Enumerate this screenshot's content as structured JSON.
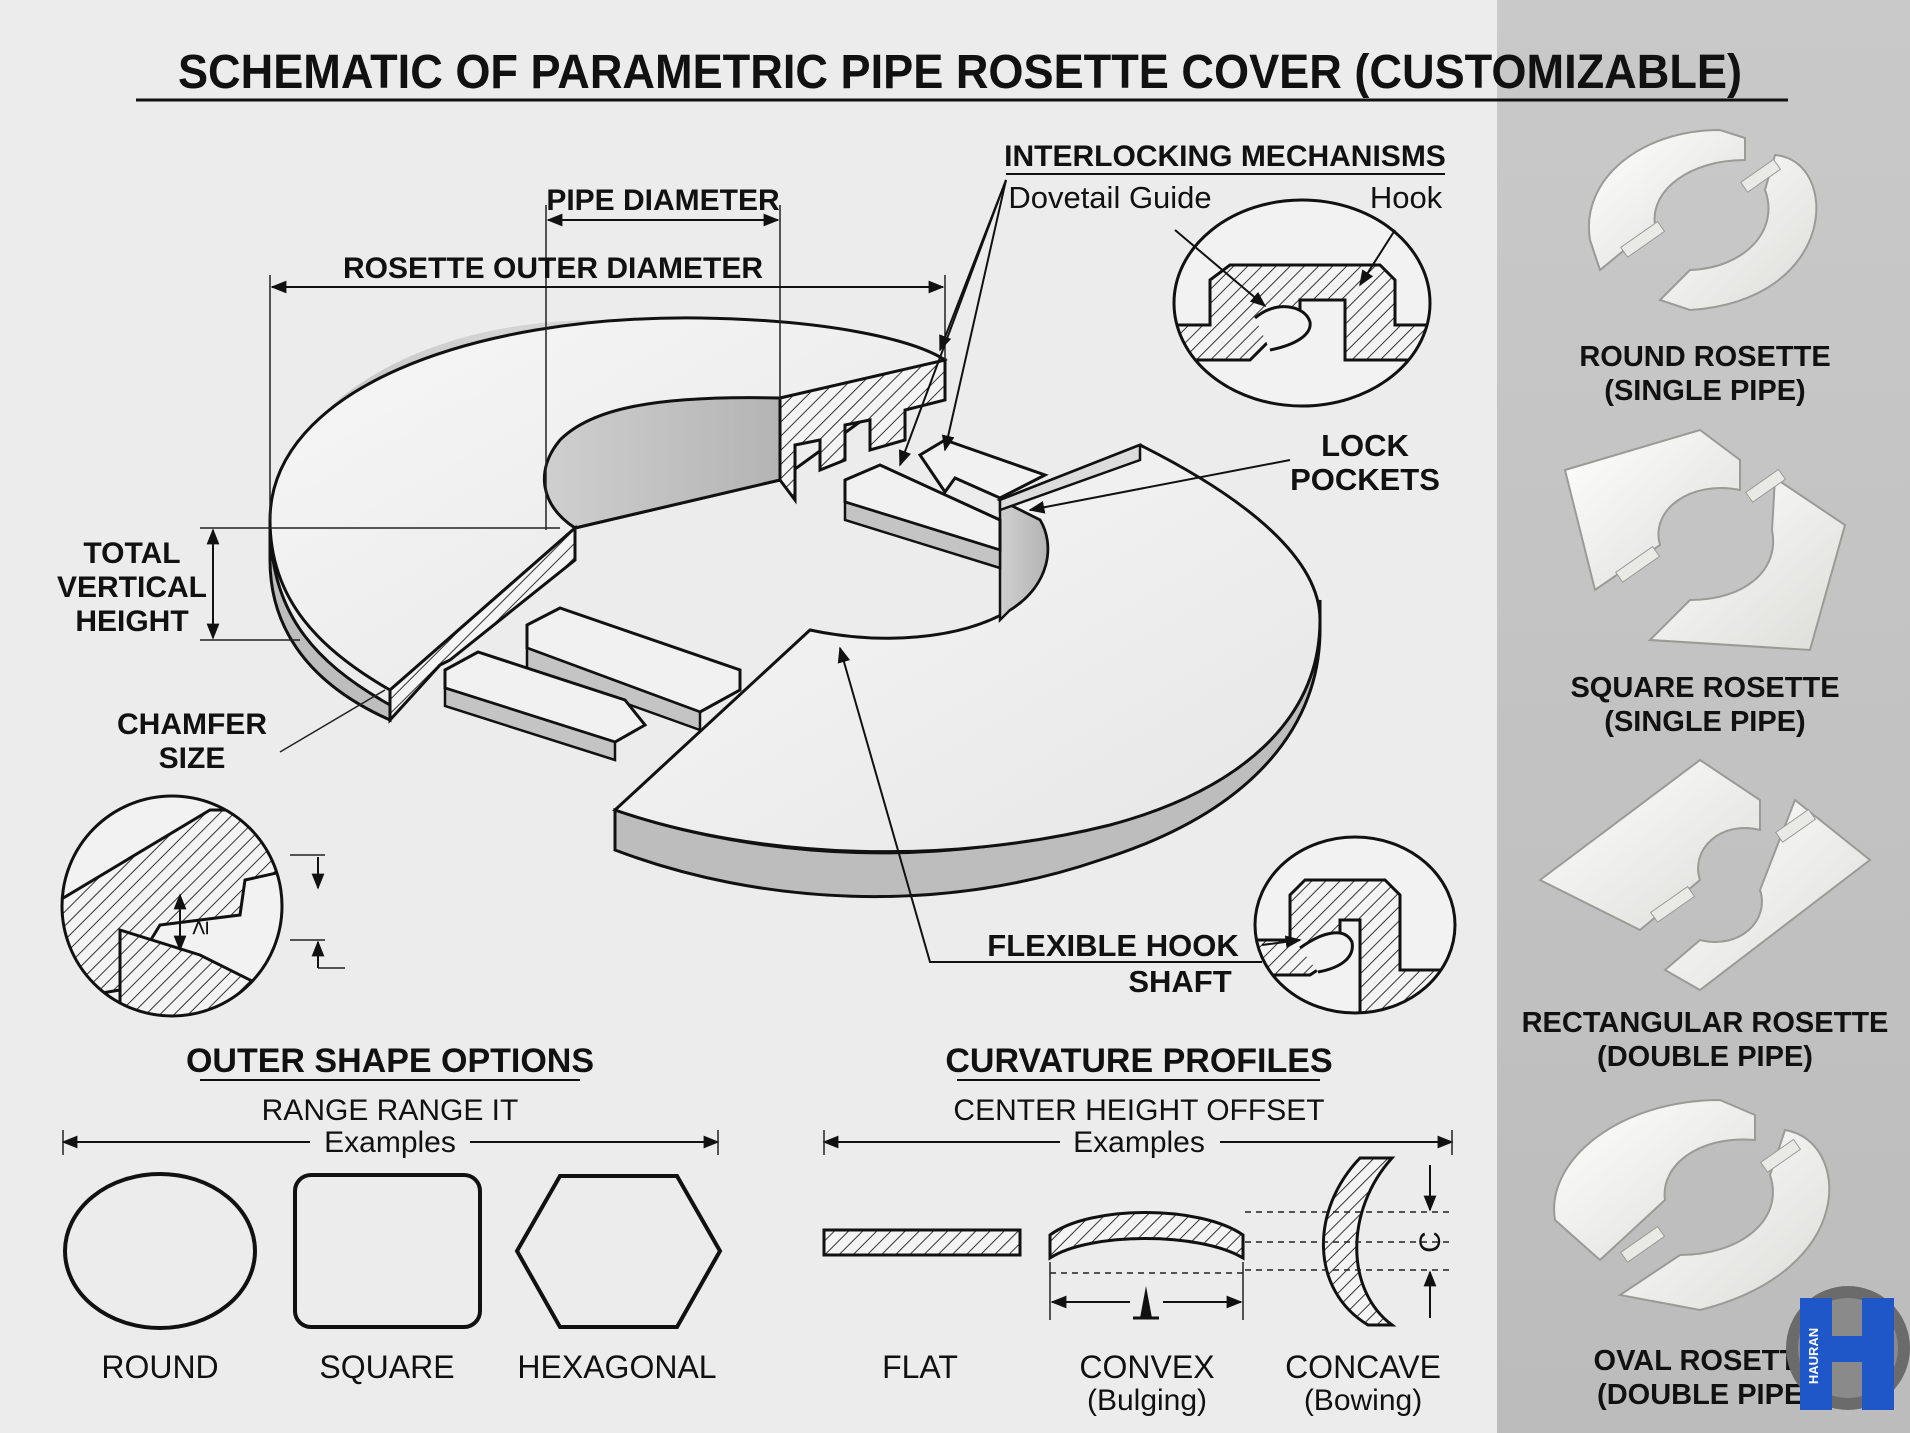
{
  "title": "SCHEMATIC OF PARAMETRIC PIPE ROSETTE COVER (CUSTOMIZABLE)",
  "dimensions": {
    "pipe_diameter": "PIPE DIAMETER",
    "rosette_outer_diameter": "ROSETTE OUTER DIAMETER",
    "total_vertical_height": [
      "TOTAL",
      "VERTICAL",
      "HEIGHT"
    ],
    "chamfer_size": [
      "CHAMFER",
      "SIZE"
    ]
  },
  "interlocking": {
    "heading": "INTERLOCKING MECHANISMS",
    "dovetail": "Dovetail Guide",
    "hook": "Hook",
    "lock_pockets": [
      "LOCK",
      "POCKETS"
    ],
    "flexible_hook": [
      "FLEXIBLE HOOK",
      "SHAFT"
    ]
  },
  "chamfer_detail_symbol": "≥",
  "outer_shapes": {
    "heading": "OUTER SHAPE OPTIONS",
    "sub1": "RANGE RANGE IT",
    "sub2": "Examples",
    "items": [
      "ROUND",
      "SQUARE",
      "HEXAGONAL"
    ]
  },
  "curvature": {
    "heading": "CURVATURE PROFILES",
    "sub1": "CENTER HEIGHT OFFSET",
    "sub2": "Examples",
    "flat": "FLAT",
    "convex": [
      "CONVEX",
      "(Bulging)"
    ],
    "concave": [
      "CONCAVE",
      "(Bowing)"
    ],
    "c_label": "C"
  },
  "sidebar": {
    "items": [
      {
        "line1": "ROUND ROSETTE",
        "line2": "(SINGLE PIPE)"
      },
      {
        "line1": "SQUARE ROSETTE",
        "line2": "(SINGLE PIPE)"
      },
      {
        "line1": "RECTANGULAR ROSETTE",
        "line2": "(DOUBLE PIPE)"
      },
      {
        "line1": "OVAL ROSETTE",
        "line2": "(DOUBLE PIPE)"
      }
    ],
    "logo_text": "HAURAN"
  },
  "colors": {
    "background": "#ececec",
    "sidebar": "#c4c4c4",
    "ink": "#111111",
    "logo": "#1f56c8"
  }
}
